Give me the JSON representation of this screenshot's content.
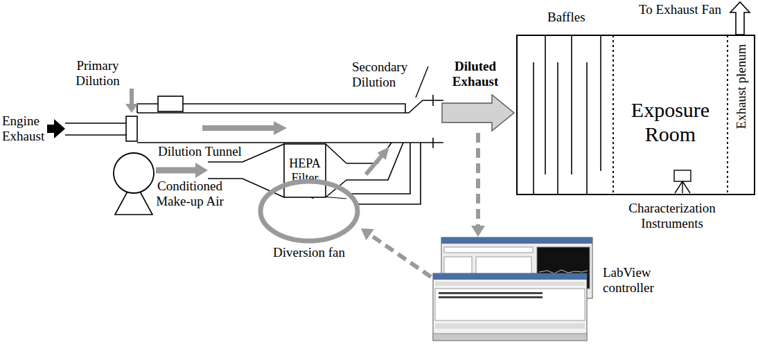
{
  "diagram": {
    "nodes": [
      {
        "text": [
          "Conditioned Make-up Air"
        ]
      },
      {
        "text": [
          "HEPA Filter"
        ]
      },
      {
        "text": [
          "Diluted Exhaust"
        ]
      },
      {
        "text": [
          "Baffles",
          "Exposure Room",
          "Exhaust plenum"
        ]
      },
      {
        "text": [
          "Diversion fan"
        ]
      },
      {
        "text": [
          "LabView controller"
        ]
      }
    ],
    "edges": [
      {
        "from": 0,
        "to": 1,
        "arrow": "to"
      },
      {
        "from": 2,
        "to": 5,
        "arrow": "to"
      },
      {
        "from": 5,
        "to": 4,
        "arrow": "to"
      }
    ],
    "labels": [
      "Engine Exhaust",
      "Primary Dilution",
      "Dilution Tunnel",
      "Secondary Dilution",
      "To Exhaust Fan",
      "Characterization Instruments"
    ]
  }
}
